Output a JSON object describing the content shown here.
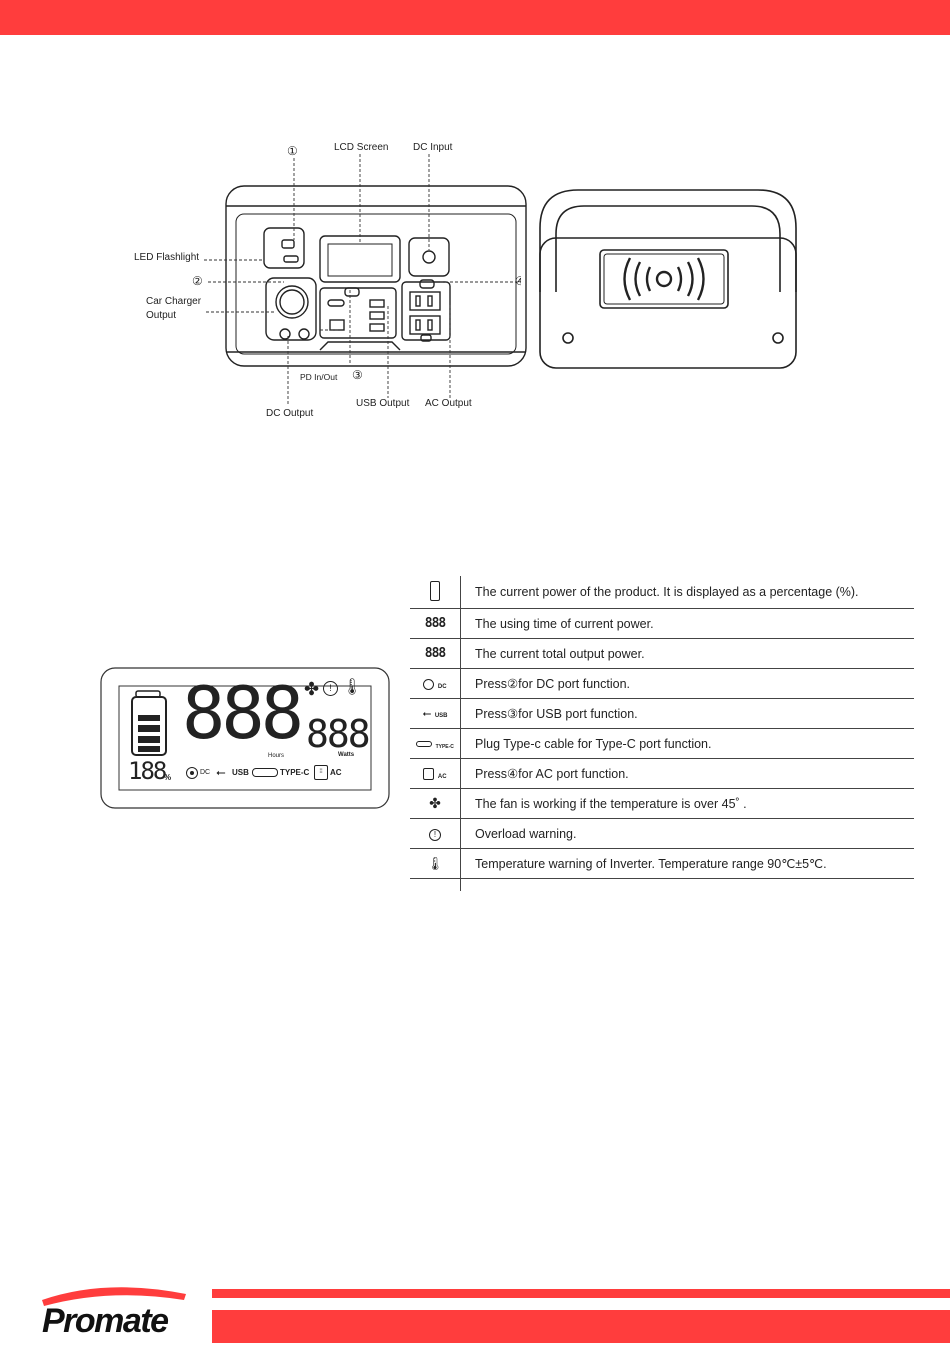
{
  "diagram": {
    "callouts": {
      "c1": "①",
      "lcd_screen": "LCD Screen",
      "dc_input": "DC Input",
      "led_flashlight": "LED Flashlight",
      "c2": "②",
      "car_charger": "Car Charger",
      "output": "Output",
      "pd_in_out": "PD In/Out",
      "c3": "③",
      "dc_output": "DC  Output",
      "usb_output": "USB Output",
      "ac_output": "AC Output",
      "c4": "④"
    }
  },
  "lcd": {
    "digits_main": "888",
    "digits_small": "888",
    "hours": "Hours",
    "watts": "Watts",
    "percent_digits": "188",
    "percent_sign": "%",
    "dc": "DC",
    "usb": "USB",
    "typec": "TYPE-C",
    "ac": "AC"
  },
  "legend": {
    "rows": [
      {
        "icon": "battery-level-icon",
        "text": "The current power of the product. It is displayed as a percentage (%)."
      },
      {
        "icon": "hours-digits-icon",
        "text": "The using time of current power."
      },
      {
        "icon": "watts-digits-icon",
        "text": "The current total output power."
      },
      {
        "icon": "dc-port-icon",
        "label": "DC",
        "text": "Press②for DC port function."
      },
      {
        "icon": "usb-icon",
        "label": "USB",
        "text": "Press③for USB port function."
      },
      {
        "icon": "type-c-icon",
        "label": "TYPE-C",
        "text": "Plug Type-c cable for Type-C port function."
      },
      {
        "icon": "ac-outlet-icon",
        "label": "AC",
        "text": "Press④for AC port function."
      },
      {
        "icon": "fan-icon",
        "text": "The fan is working if the temperature is over 45˚  ."
      },
      {
        "icon": "overload-warning-icon",
        "text": "Overload warning."
      },
      {
        "icon": "temperature-warning-icon",
        "text": "Temperature warning of Inverter. Temperature range 90℃±5℃."
      }
    ]
  },
  "footer": {
    "logo_text": "Promate",
    "brand_color": "#ff3d3d"
  }
}
